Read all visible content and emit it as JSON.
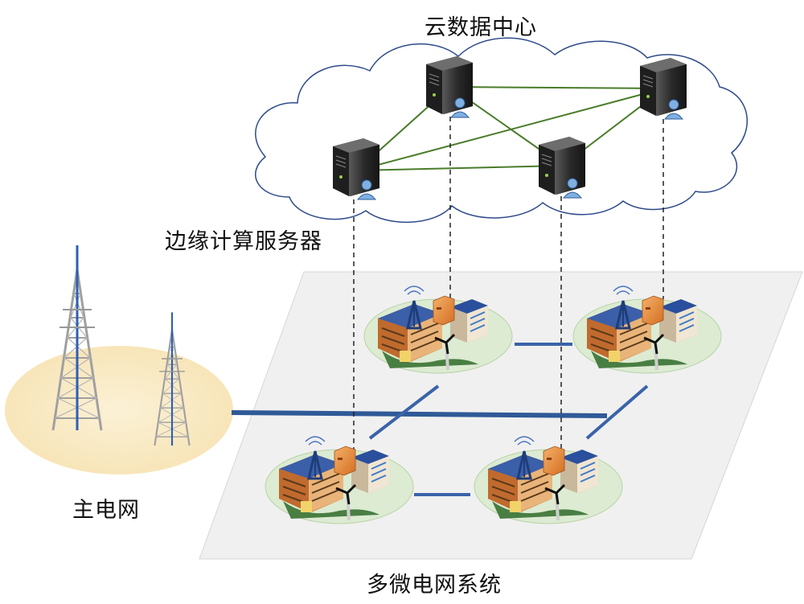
{
  "labels": {
    "cloud": "云数据中心",
    "edge_server": "边缘计算服务器",
    "main_grid": "主电网",
    "multi_microgrid": "多微电网系统"
  },
  "colors": {
    "cloud_stroke": "#2e4b8a",
    "server_link": "#4a7c2a",
    "power_line": "#3a63a8",
    "main_power_line": "#2f5a97",
    "plane_fill": "#f0f0f0",
    "grid_zone_fill": "#fbecc6",
    "microgrid_zone_fill": "#dcebd2",
    "tower": "#9a9a9a",
    "tower_core": "#2f5fb3",
    "server_body": "#2b2b2b",
    "edge_box": "#e8883a",
    "building_roof": "#c9652a",
    "solar_panel": "#2a4f9c"
  },
  "icons": [
    "cloud-shape",
    "server-icon",
    "user-icon",
    "transmission-tower-icon",
    "microgrid-icon",
    "building-icon",
    "solar-panel-icon",
    "wind-turbine-icon",
    "antenna-tower-icon",
    "edge-device-icon"
  ]
}
